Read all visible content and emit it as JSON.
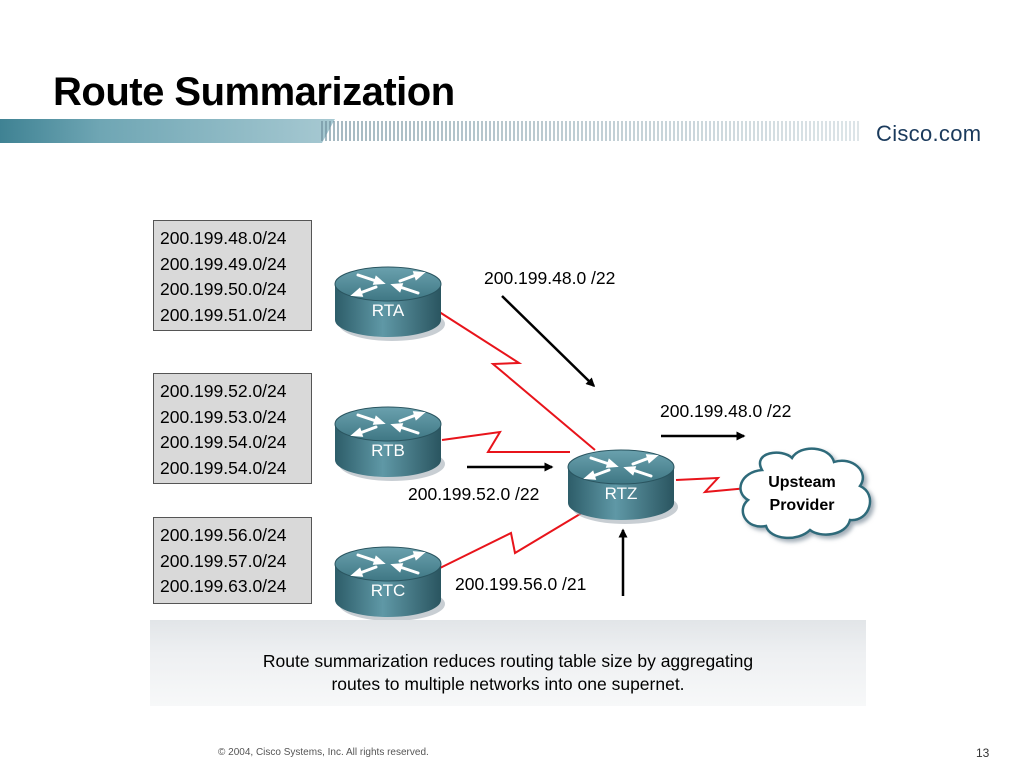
{
  "slide": {
    "title": "Route Summarization",
    "logo": "Cisco.com",
    "footer": "© 2004, Cisco Systems, Inc. All rights reserved.",
    "page_number": "13"
  },
  "route_groups": [
    {
      "routes": [
        "200.199.48.0/24",
        "200.199.49.0/24",
        "200.199.50.0/24",
        "200.199.51.0/24"
      ]
    },
    {
      "routes": [
        "200.199.52.0/24",
        "200.199.53.0/24",
        "200.199.54.0/24",
        "200.199.54.0/24"
      ]
    },
    {
      "routes": [
        "200.199.56.0/24",
        "200.199.57.0/24",
        "200.199.63.0/24"
      ]
    }
  ],
  "routers": {
    "rta": "RTA",
    "rtb": "RTB",
    "rtc": "RTC",
    "rtz": "RTZ"
  },
  "cloud": {
    "line1": "Upsteam",
    "line2": "Provider"
  },
  "summaries": {
    "from_rta": "200.199.48.0 /22",
    "from_rtb": "200.199.52.0 /22",
    "from_rtc": "200.199.56.0 /21",
    "to_upstream": "200.199.48.0 /22"
  },
  "caption": {
    "line1": "Route summarization reduces routing table size by aggregating",
    "line2": "routes to multiple networks into one supernet."
  },
  "colors": {
    "banner": "#4d8d9d",
    "router": "#3f7784",
    "link": "#e8141b",
    "box": "#d9d9d9"
  }
}
